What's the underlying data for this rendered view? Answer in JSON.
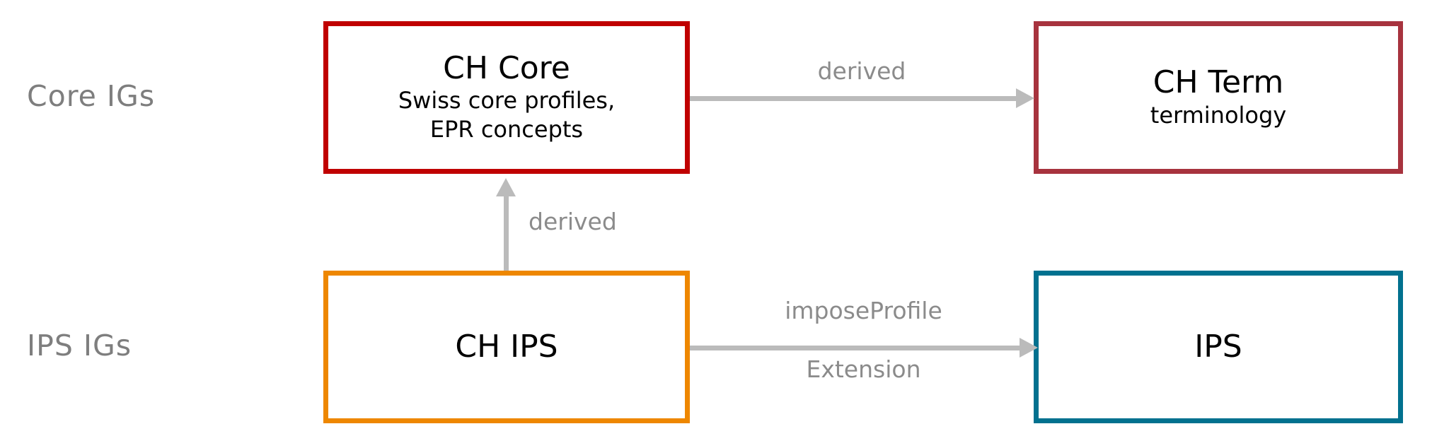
{
  "diagram": {
    "row_labels": [
      {
        "label": "Core IGs"
      },
      {
        "label": "IPS IGs"
      }
    ],
    "boxes": [
      {
        "id": "ch-core",
        "title": "CH Core",
        "subtitle_line1": "Swiss core profiles,",
        "subtitle_line2": "EPR concepts",
        "border_color": "#c00000"
      },
      {
        "id": "ch-term",
        "title": "CH Term",
        "subtitle_line1": "terminology",
        "border_color": "#a7333e"
      },
      {
        "id": "ch-ips",
        "title": "CH IPS",
        "border_color": "#ee8700"
      },
      {
        "id": "ips",
        "title": "IPS",
        "border_color": "#01718f"
      }
    ],
    "arrows": [
      {
        "id": "derived-top",
        "label": "derived",
        "from": "CH Core",
        "to": "CH Term"
      },
      {
        "id": "derived-mid",
        "label": "derived",
        "from": "CH IPS",
        "to": "CH Core"
      },
      {
        "id": "impose",
        "label_line1": "imposeProfile",
        "label_line2": "Extension",
        "from": "CH IPS",
        "to": "IPS"
      }
    ],
    "colors": {
      "arrow": "#bbbbbb",
      "arrow_label_text": "#8b8b8b",
      "row_label_text": "#7e7e7e",
      "background": "#ffffff",
      "box_text": "#000000"
    }
  }
}
